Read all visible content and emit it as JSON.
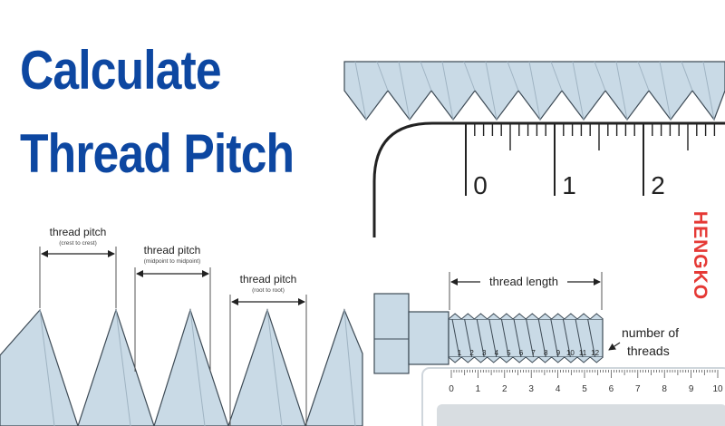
{
  "title": {
    "line1": "Calculate",
    "line2": "Thread Pitch"
  },
  "pitch_labels": [
    {
      "label": "thread pitch",
      "sub": "(crest to crest)"
    },
    {
      "label": "thread pitch",
      "sub": "(midpoint to midpoint)"
    },
    {
      "label": "thread pitch",
      "sub": "(root to root)"
    }
  ],
  "ruler_top": {
    "numbers": [
      "0",
      "1",
      "2"
    ]
  },
  "bolt": {
    "thread_length_label": "thread length",
    "count_labels": [
      "1",
      "2",
      "3",
      "4",
      "5",
      "6",
      "7",
      "8",
      "9",
      "10",
      "11",
      "12"
    ],
    "number_of_label": "number of",
    "threads_label": "threads"
  },
  "ruler_bottom": {
    "numbers": [
      "0",
      "1",
      "2",
      "3",
      "4",
      "5",
      "6",
      "7",
      "8",
      "9",
      "10"
    ]
  },
  "brand": "HENGKO",
  "colors": {
    "title_blue": "#0d47a1",
    "thread_fill": "#c9dae6",
    "brand_red": "#e53935"
  }
}
